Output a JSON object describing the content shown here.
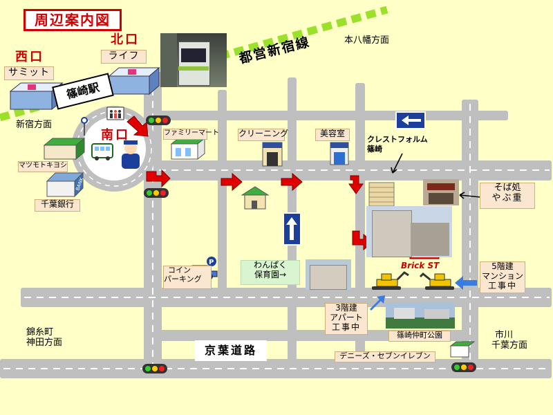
{
  "title": "周辺案内図",
  "rail_line": "都営新宿線",
  "station": "篠崎駅",
  "exits": {
    "west": {
      "name": "西口",
      "store": "サミット"
    },
    "north": {
      "name": "北口",
      "store": "ライフ"
    },
    "south": {
      "name": "南口"
    }
  },
  "directions": {
    "motoyawata": "本八幡方面",
    "shinjuku": "新宿方面",
    "kinshicho": [
      "錦糸町",
      "神田方面"
    ],
    "ichikawa": [
      "市川",
      "千葉方面"
    ]
  },
  "places": {
    "familymart": "ファミリーマート",
    "cleaning": "クリーニング",
    "beauty_salon": "美容室",
    "crest_form": [
      "クレストフォルム",
      "篠崎"
    ],
    "soba": [
      "そば処",
      "やぶ重"
    ],
    "matsumoto_kiyoshi": "マツモトキヨシ",
    "chiba_bank": "千葉銀行",
    "bank_sign": "BANK",
    "coin_parking": [
      "コイン",
      "パーキング"
    ],
    "parking_sign": "P",
    "nursery": [
      "わんぱく",
      "保育園→"
    ],
    "apartment_construction": [
      "3階建",
      "アパート",
      "工事中"
    ],
    "mansion_construction": [
      "5階建",
      "マンション",
      "工事中"
    ],
    "park": "篠崎仲町公園",
    "dennys_711": "デニーズ・セブンイレブン",
    "brick_st": "Brick ST",
    "keiyo_road": "京葉道路"
  },
  "colors": {
    "background": "#ffffc8",
    "road": "#bfbfbf",
    "rail": "#9be02a",
    "arrow_red": "#e00000",
    "accent_red": "#d00000",
    "sign_blue": "#1c3f9c",
    "pointer_blue": "#3a7be0"
  },
  "icons": [
    "train-photo",
    "bus-icon",
    "police-officer-icon",
    "traffic-light-icon",
    "car-icon",
    "excavator-icon",
    "building-icon",
    "one-way-arrow-icon",
    "turn-arrow-icon"
  ]
}
